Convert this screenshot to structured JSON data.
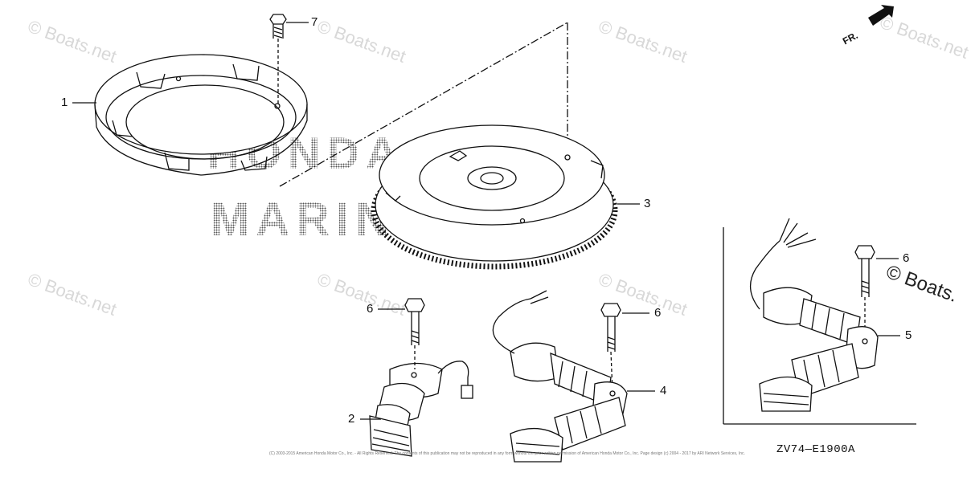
{
  "callouts": {
    "c1": "1",
    "c2": "2",
    "c3": "3",
    "c4": "4",
    "c5": "5",
    "c6a": "6",
    "c6b": "6",
    "c6c": "6",
    "c7": "7"
  },
  "watermarks": {
    "text": "© Boats.net",
    "large_text": "© Boats."
  },
  "logo": {
    "line1": "HONDA",
    "line2": "MARINE"
  },
  "direction_label": "FR.",
  "diagram_code": "ZV74—E1900A",
  "copyright": "(C) 2003-2015 American Honda Motor Co., Inc. - All Rights Reserved. The contents of this publication may not be reproduced in any form without the prior written permission of American Honda Motor Co., Inc. Page design (c) 2004 - 2017 by ARI Network Services, Inc.",
  "colors": {
    "line": "#111111",
    "watermark": "#d8d8d8"
  },
  "icons": [
    "front-direction-arrow-icon"
  ]
}
